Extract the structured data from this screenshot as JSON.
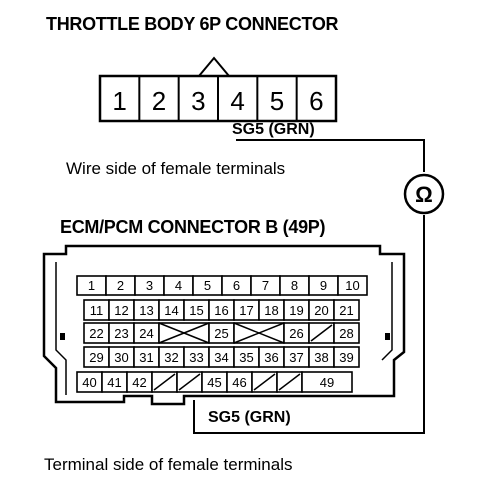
{
  "throttle": {
    "title": "THROTTLE BODY 6P CONNECTOR",
    "pins": [
      "1",
      "2",
      "3",
      "4",
      "5",
      "6"
    ],
    "wire_label": "SG5 (GRN)",
    "side_label": "Wire side of female terminals"
  },
  "meter": {
    "symbol": "Ω",
    "name": "ohmmeter-symbol"
  },
  "ecm": {
    "title": "ECM/PCM CONNECTOR B (49P)",
    "rows": [
      [
        "1",
        "2",
        "3",
        "4",
        "5",
        "6",
        "7",
        "8",
        "9",
        "10"
      ],
      [
        "11",
        "12",
        "13",
        "14",
        "15",
        "16",
        "17",
        "18",
        "19",
        "20",
        "21"
      ],
      [
        "22",
        "23",
        "24",
        "X",
        "25",
        "X",
        "26",
        "/",
        "28"
      ],
      [
        "29",
        "30",
        "31",
        "32",
        "33",
        "34",
        "35",
        "36",
        "37",
        "38",
        "39"
      ],
      [
        "40",
        "41",
        "42",
        "/",
        "/",
        "45",
        "46",
        "/",
        "/",
        "49"
      ]
    ],
    "wire_label": "SG5 (GRN)",
    "side_label": "Terminal side of female terminals"
  }
}
